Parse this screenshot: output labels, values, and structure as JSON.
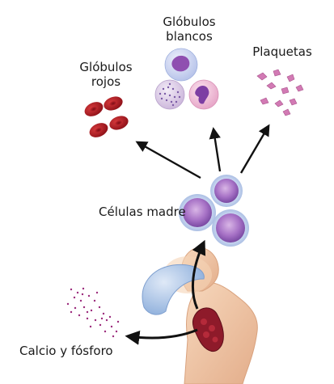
{
  "labels": {
    "white_cells_line1": "Glóbulos",
    "white_cells_line2": "blancos",
    "red_cells_line1": "Glóbulos",
    "red_cells_line2": "rojos",
    "platelets": "Plaquetas",
    "stem_cells": "Células madre",
    "calcium": "Calcio y fósforo"
  },
  "colors": {
    "red_cell": "#b01c22",
    "stem_cell": "#9d63be",
    "bone": "#f3cba9",
    "cartilage": "#b7cde9",
    "marrow": "#8e1a2a",
    "platelet": "#d27ab4",
    "mineral_dot": "#9c2c7c",
    "arrow": "#111111"
  }
}
